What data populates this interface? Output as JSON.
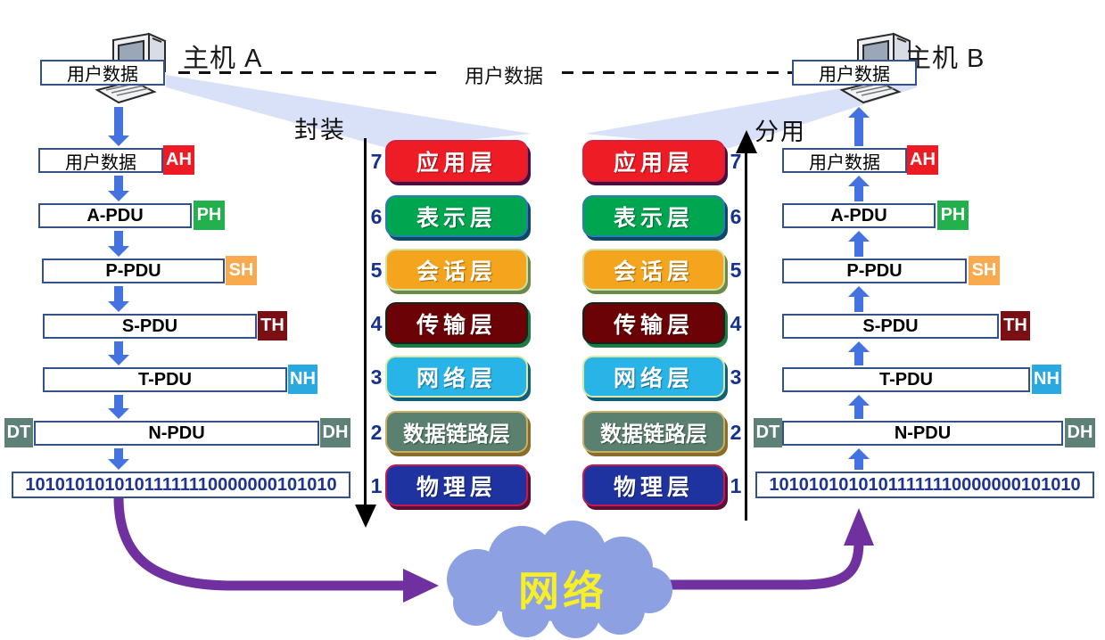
{
  "hosts": {
    "a": {
      "name": "主机 A",
      "data_label": "用户数据"
    },
    "b": {
      "name": "主机 B",
      "data_label": "用户数据"
    }
  },
  "link_label": "用户数据",
  "labels": {
    "encapsulation": "封装",
    "demultiplexing": "分用"
  },
  "pdu_rows": [
    {
      "label": "用户数据",
      "tag": "AH"
    },
    {
      "label": "A-PDU",
      "tag": "PH"
    },
    {
      "label": "P-PDU",
      "tag": "SH"
    },
    {
      "label": "S-PDU",
      "tag": "TH"
    },
    {
      "label": "T-PDU",
      "tag": "NH"
    },
    {
      "tag_left": "DT",
      "label": "N-PDU",
      "tag": "DH"
    }
  ],
  "bitstream": "10101010101011111110000000101010",
  "osi_layers": [
    {
      "number": "7",
      "label": "应用层",
      "color": "#ee1c25"
    },
    {
      "number": "6",
      "label": "表示层",
      "color": "#00a550"
    },
    {
      "number": "5",
      "label": "会话层",
      "color": "#f5a51d"
    },
    {
      "number": "4",
      "label": "传输层",
      "color": "#6b0205"
    },
    {
      "number": "3",
      "label": "网络层",
      "color": "#29b4e8"
    },
    {
      "number": "2",
      "label": "数据链路层",
      "color": "#5a8070"
    },
    {
      "number": "1",
      "label": "物理层",
      "color": "#1e33a0"
    }
  ],
  "cloud": {
    "label": "网络",
    "fill": "#8da0e2",
    "text_color": "#f6ee26"
  },
  "colors": {
    "arrow_blue": "#4472e0",
    "flow_purple": "#7030a0",
    "tag_ah": "#ed1c24",
    "tag_ph": "#22b14c",
    "tag_sh": "#f9a94e",
    "tag_th": "#7a1013",
    "tag_nh": "#2aa8e0",
    "tag_dt_dh": "#5d8077",
    "pdu_box_border": "#33518a",
    "bitstream_text": "#1f3490",
    "layer_number_text": "#16328c"
  }
}
